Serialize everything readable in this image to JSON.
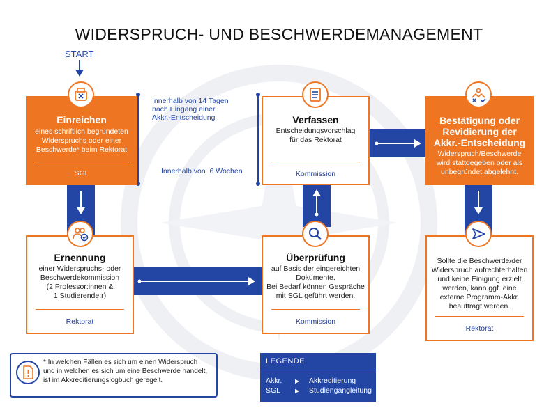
{
  "title": "WIDERSPRUCH- UND BESCHWERDEMANAGEMENT",
  "start_label": "START",
  "notes": {
    "upper": [
      "Innerhalb von 14 Tagen",
      "nach Eingang einer",
      "Akkr.-Entscheidung"
    ],
    "lower": "Innerhalb von  6 Wochen"
  },
  "steps": {
    "einreichen": {
      "title": "Einreichen",
      "text": [
        "eines schriftlich begründeten",
        "Widerspruchs oder einer",
        "Beschwerde* beim Rektorat"
      ],
      "footer": "SGL",
      "icon": "document-x-icon"
    },
    "verfassen": {
      "title": "Verfassen",
      "text": [
        "Entscheidungsvorschlag",
        "für das Rektorat"
      ],
      "footer": "Kommission",
      "icon": "document-text-icon"
    },
    "bestaetigung": {
      "title": [
        "Bestätigung oder",
        "Revidierung der",
        "Akkr.-Entscheidung"
      ],
      "text": [
        "Widerspruch/Beschwerde",
        "wird stattgegeben oder als",
        "unbegründet abgelehnt."
      ],
      "icon": "workflow-icon"
    },
    "ernennung": {
      "title": "Ernennung",
      "text": [
        "einer Widerspruchs- oder",
        "Beschwerdekommission",
        "(2 Professor:innen &",
        "1 Studierende:r)"
      ],
      "footer": "Rektorat",
      "icon": "people-check-icon"
    },
    "ueberpruefung": {
      "title": "Überprüfung",
      "text": [
        "auf Basis der eingereichten",
        "Dokumente.",
        "Bei Bedarf können Gespräche",
        "mit SGL geführt werden."
      ],
      "footer": "Kommission",
      "icon": "magnifier-icon"
    },
    "extern": {
      "text": [
        "Sollte die Beschwerde/der",
        "Widerspruch aufrechterhalten",
        "und keine Einigung erzielt",
        "werden, kann ggf. eine",
        "externe Programm-Akkr.",
        "beauftragt werden."
      ],
      "footer": "Rektorat",
      "icon": "send-icon"
    }
  },
  "footnote": {
    "text": [
      "* In welchen Fällen es sich um einen Widerspruch",
      "und in welchen es sich um eine Beschwerde handelt,",
      "ist im Akkreditierungslogbuch geregelt."
    ],
    "icon": "document-alert-icon"
  },
  "legend": {
    "heading": "LEGENDE",
    "rows": [
      {
        "key": "Akkr.",
        "value": "Akkreditierung"
      },
      {
        "key": "SGL",
        "value": "Studiengangleitung"
      }
    ]
  },
  "colors": {
    "orange": "#ee7623",
    "blue": "#2346a5",
    "watermark": "#eef0f4"
  }
}
